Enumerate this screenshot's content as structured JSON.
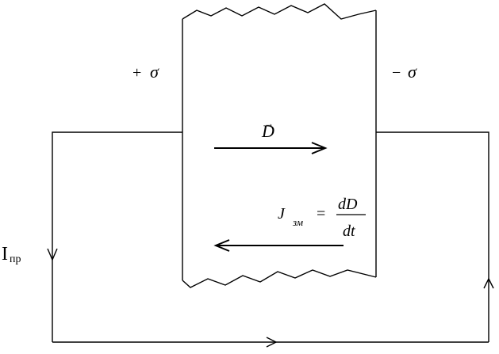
{
  "labels": {
    "plus_sigma_sign": "+",
    "plus_sigma_symbol": "σ",
    "minus_sigma_sign": "−",
    "minus_sigma_symbol": "σ",
    "d_vector": "D",
    "d_vector_arrow": "→",
    "j_symbol": "J",
    "j_subscript": "зм",
    "equals": "=",
    "fraction_numerator": "dD",
    "fraction_denominator": "dt",
    "current_main": "I",
    "current_subscript": "пр"
  },
  "colors": {
    "stroke": "#000000",
    "background": "#ffffff"
  }
}
